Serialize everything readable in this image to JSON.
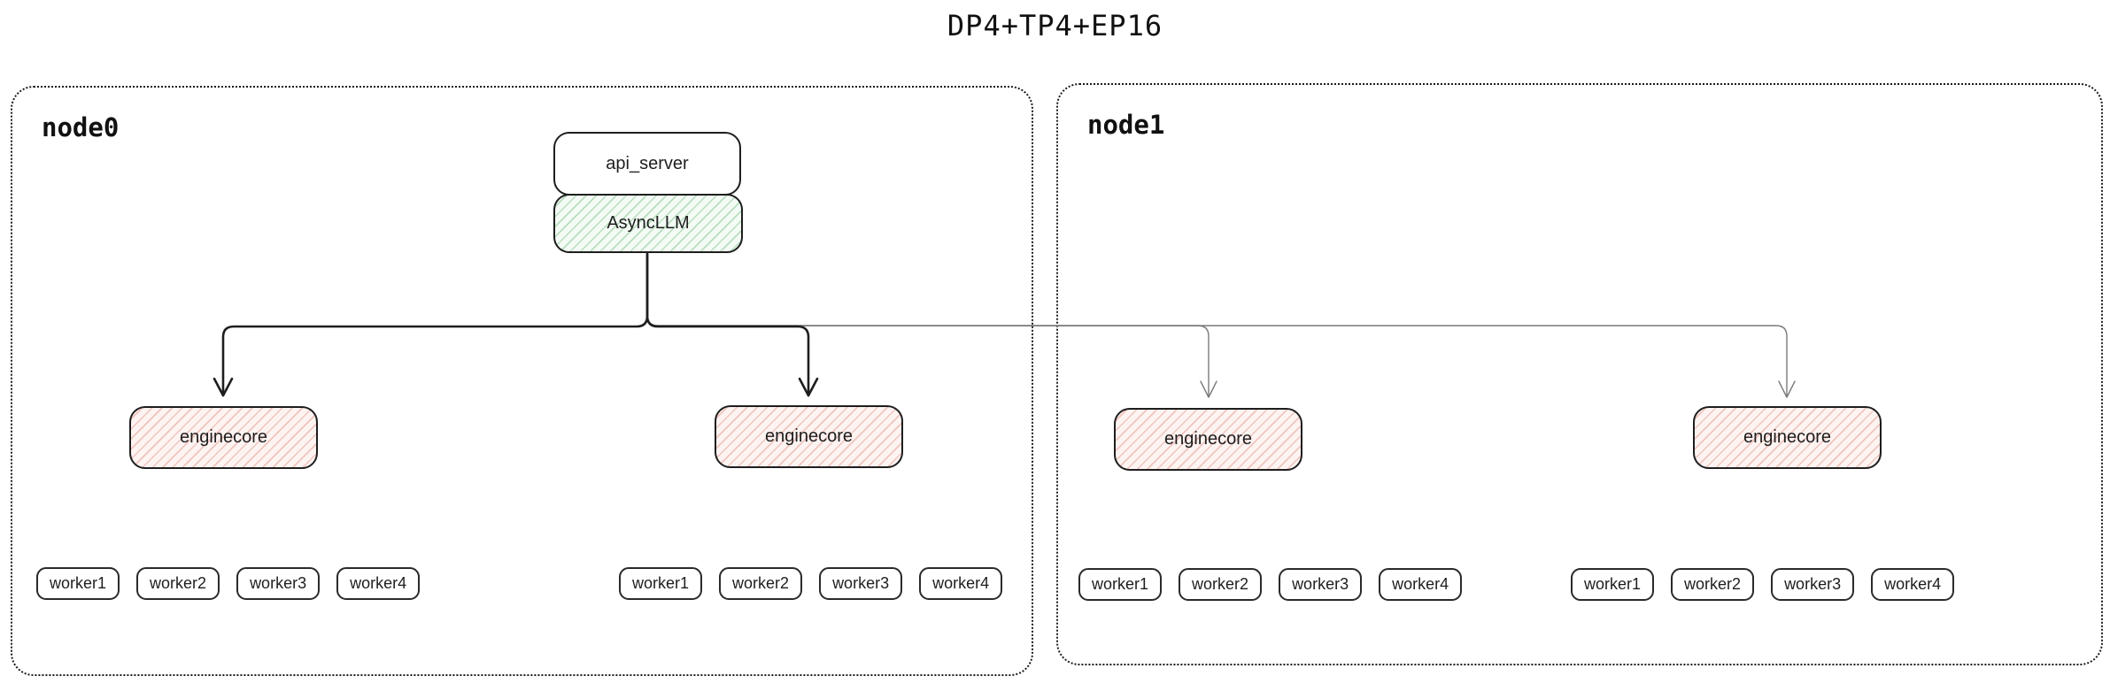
{
  "title": "DP4+TP4+EP16",
  "nodes": [
    {
      "label": "node0",
      "api_server_label": "api_server",
      "asyncllm_label": "AsyncLLM",
      "engine_groups": [
        {
          "engine_label": "enginecore",
          "workers": [
            "worker1",
            "worker2",
            "worker3",
            "worker4"
          ]
        },
        {
          "engine_label": "enginecore",
          "workers": [
            "worker1",
            "worker2",
            "worker3",
            "worker4"
          ]
        }
      ]
    },
    {
      "label": "node1",
      "engine_groups": [
        {
          "engine_label": "enginecore",
          "workers": [
            "worker1",
            "worker2",
            "worker3",
            "worker4"
          ]
        },
        {
          "engine_label": "enginecore",
          "workers": [
            "worker1",
            "worker2",
            "worker3",
            "worker4"
          ]
        }
      ]
    }
  ],
  "colors": {
    "stroke": "#1e1e1e",
    "engine_fill": "#fdf4f2",
    "engine_hatch": "#dd8276",
    "asyncllm_fill": "#f4fbf5",
    "asyncllm_hatch": "#6eb97d",
    "light_arrow": "#7a7a7a"
  }
}
